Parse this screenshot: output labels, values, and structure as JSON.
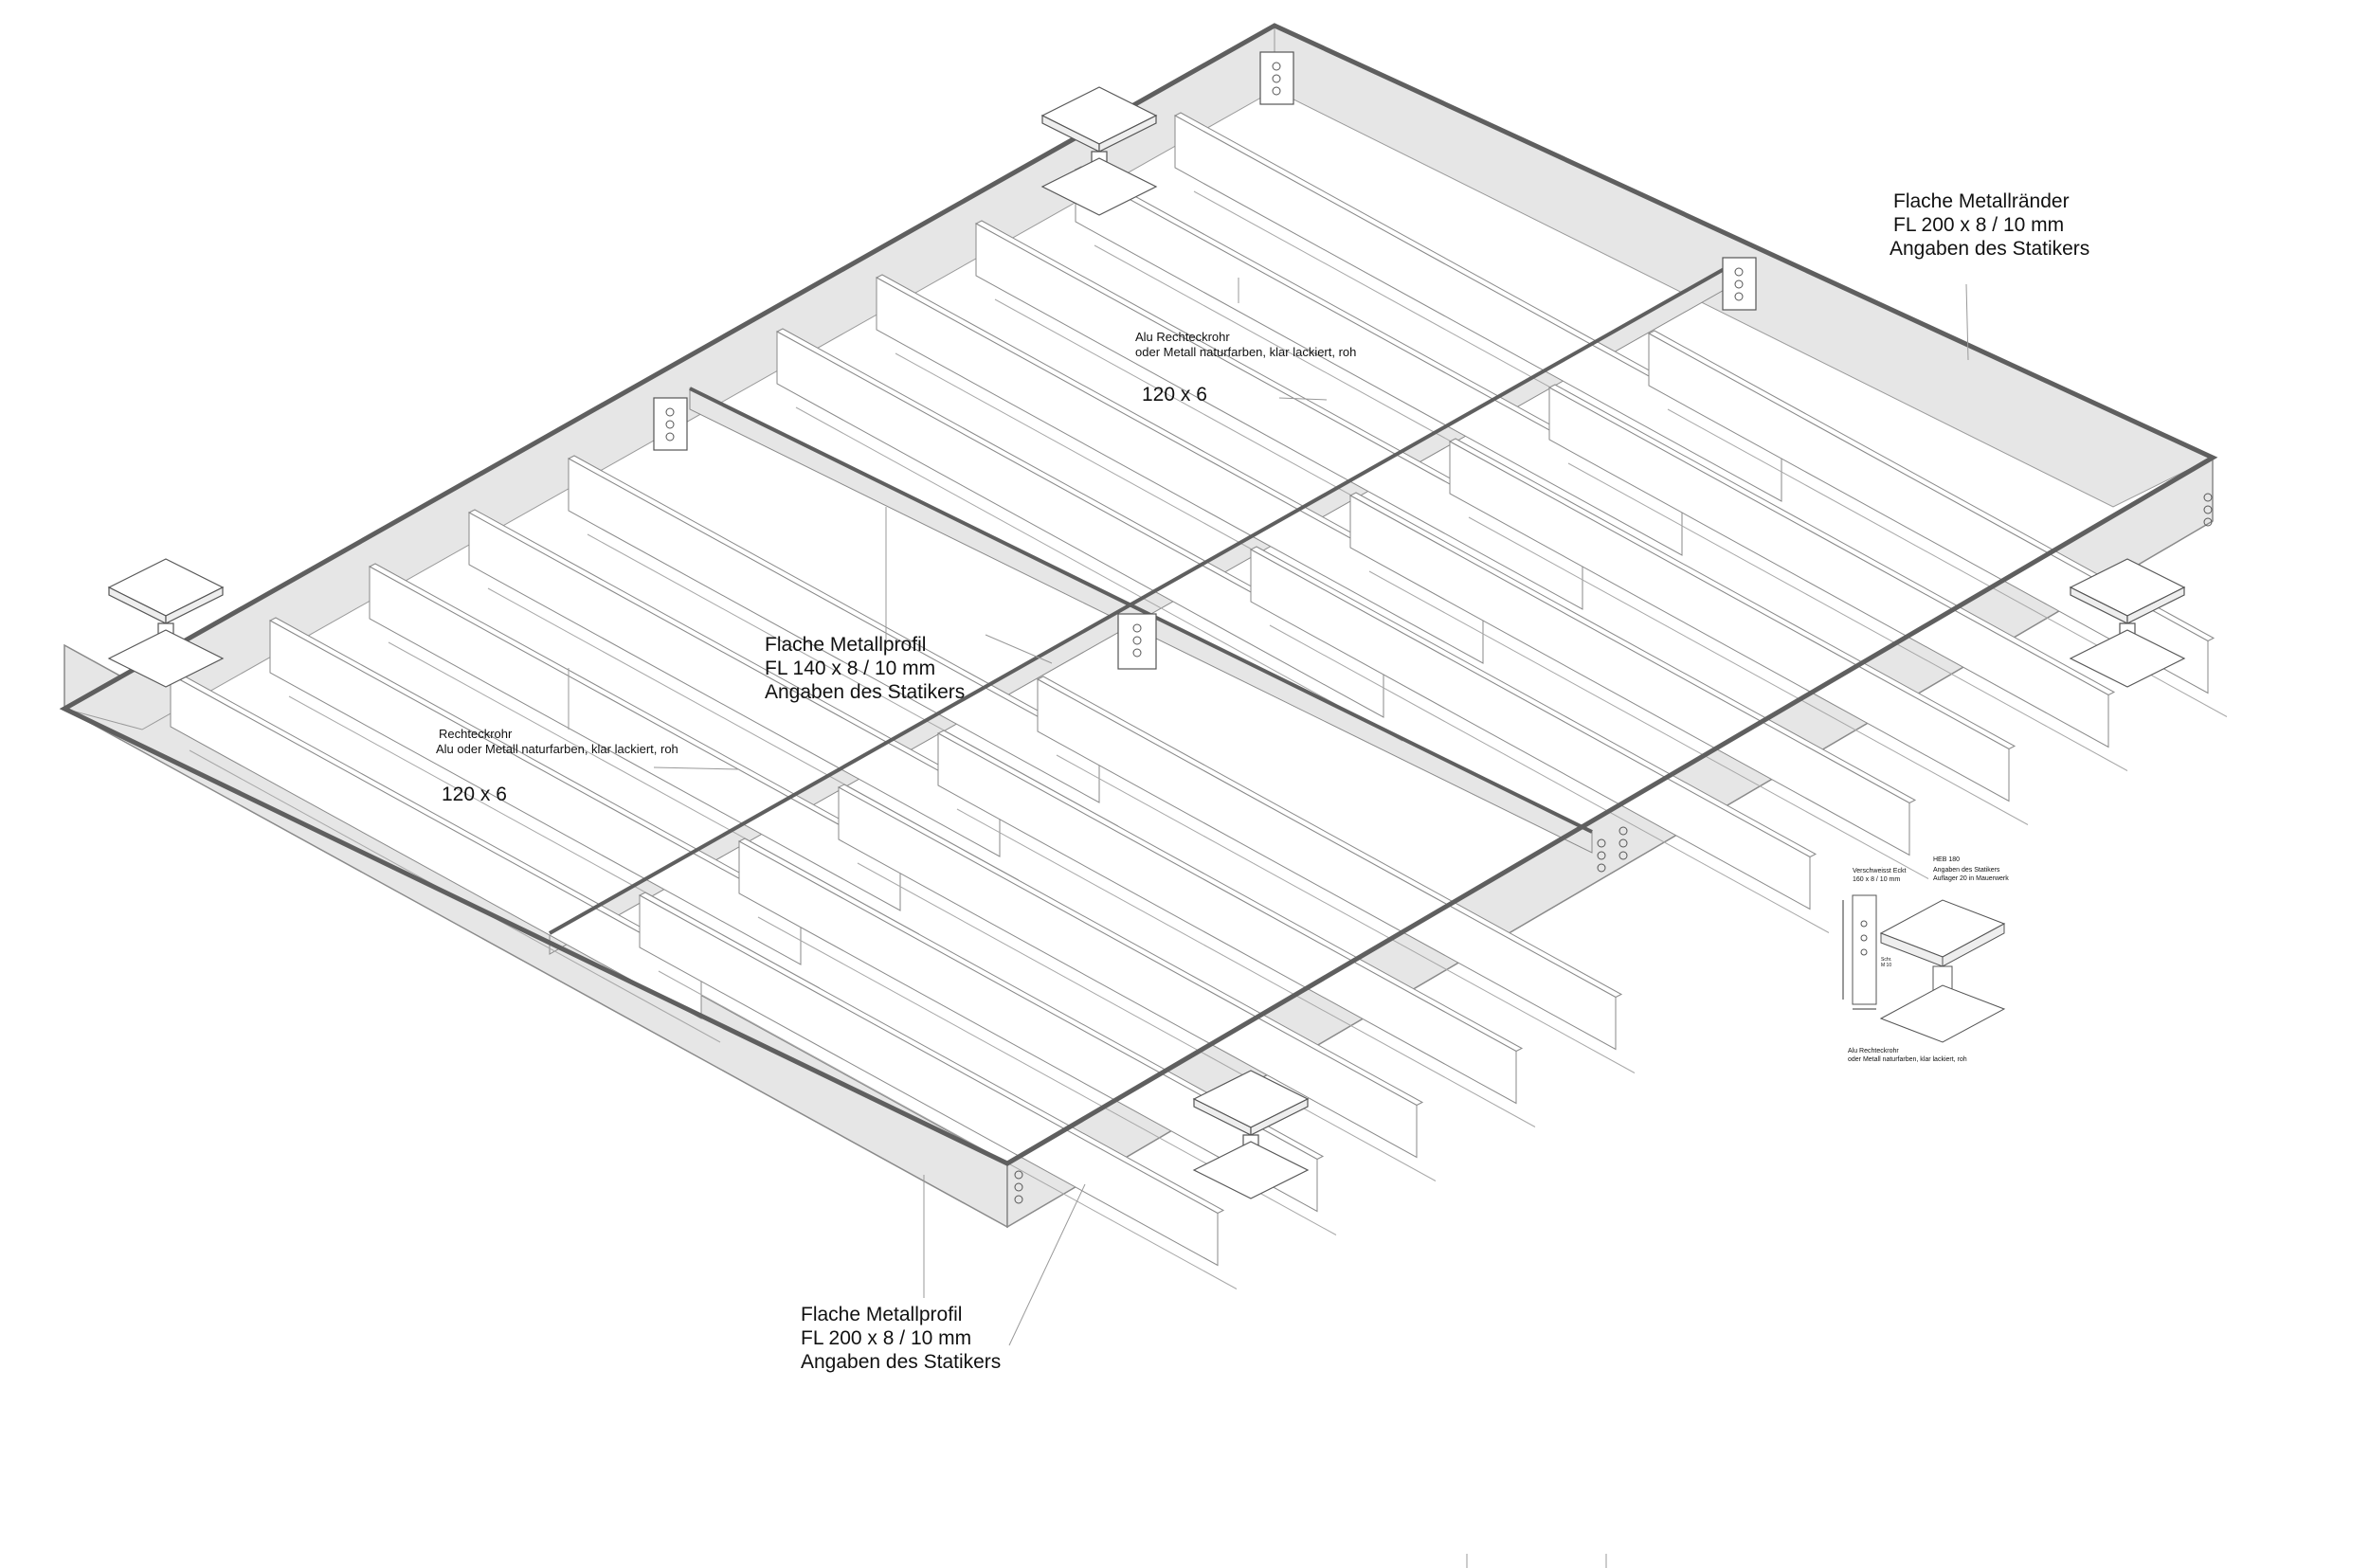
{
  "labels": {
    "top_right": {
      "line1": "Flache Metallränder",
      "line2": "FL 200 x 8 / 10 mm",
      "line3": "Angaben des Statikers"
    },
    "upper_tube": {
      "line1": "Alu Rechteckrohr",
      "line2": "oder Metall naturfarben, klar lackiert, roh",
      "dim": "120 x 6"
    },
    "center": {
      "line1": "Flache Metallprofil",
      "line2": "FL 140 x 8 / 10 mm",
      "line3": "Angaben des Statikers"
    },
    "left_tube": {
      "line1": "Rechteckrohr",
      "line2": "Alu oder Metall naturfarben, klar lackiert, roh",
      "dim": "120 x 6"
    },
    "bottom": {
      "line1": "Flache Metallprofil",
      "line2": "FL 200 x 8 / 10 mm",
      "line3": "Angaben des Statikers"
    },
    "detail": {
      "heb": "HEB 180",
      "heb_note1": "Angaben des Statikers",
      "heb_note2": "Auflager 20 in Mauerwerk",
      "corner1": "Verschweisst Eckt",
      "corner2": "160 x 8 / 10 mm",
      "tube1": "Alu Rechteckrohr",
      "tube2": "oder Metall naturfarben, klar lackiert, roh",
      "small1": "Schr.",
      "small2": "M 10"
    }
  },
  "colors": {
    "face": "#e6e6e6",
    "edge": "#5f5f5f",
    "line": "#8a8a8a",
    "white": "#ffffff"
  }
}
